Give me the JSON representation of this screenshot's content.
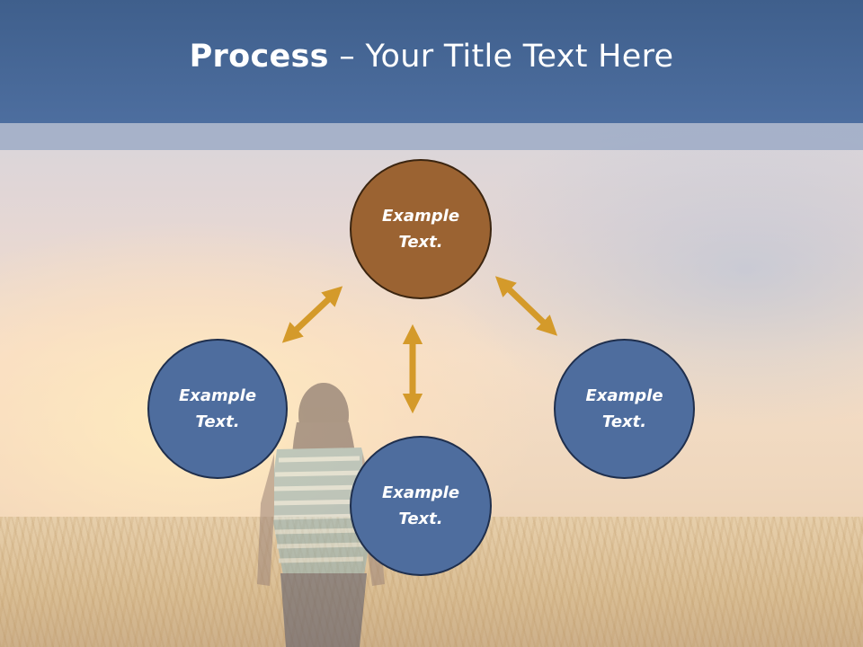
{
  "slide": {
    "title_bold": "Process",
    "title_rest": " – Your Title Text Here"
  },
  "nodes": [
    {
      "line1": "Example",
      "line2": "Text.",
      "color": "#9b6332"
    },
    {
      "line1": "Example",
      "line2": "Text.",
      "color": "#4e6d9e"
    },
    {
      "line1": "Example",
      "line2": "Text.",
      "color": "#4e6d9e"
    },
    {
      "line1": "Example",
      "line2": "Text.",
      "color": "#4e6d9e"
    }
  ],
  "arrow_color": "#d49a2a"
}
